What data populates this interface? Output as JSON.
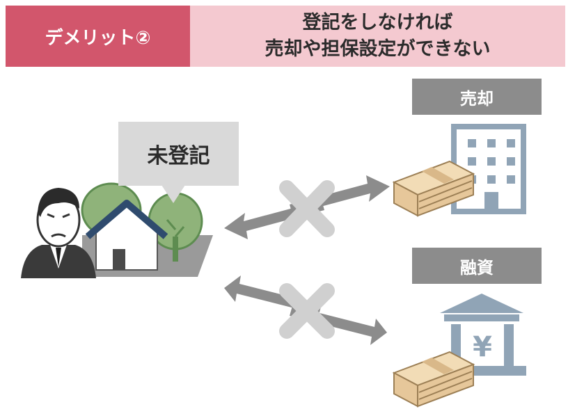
{
  "header": {
    "tag": "デメリット②",
    "message_line1": "登記をしなければ",
    "message_line2": "売却や担保設定ができない"
  },
  "bubble": {
    "text": "未登記"
  },
  "sale": {
    "label": "売却"
  },
  "loan": {
    "label": "融資",
    "bank_symbol": "¥"
  },
  "colors": {
    "tag_bg": "#d2566c",
    "message_bg": "#f4c9d0",
    "label_bg": "#8c8c8c",
    "arrow": "#8c8c8c",
    "cross": "#d0d0d0",
    "house_roof": "#2f4b6e",
    "tree": "#8fb37a",
    "building": "#90a4b6",
    "money": "#e6c79a"
  },
  "icons": [
    "worried-man-icon",
    "house-icon",
    "tree-icon",
    "building-icon",
    "bank-icon",
    "money-stack-icon",
    "blocked-arrow-icon"
  ]
}
